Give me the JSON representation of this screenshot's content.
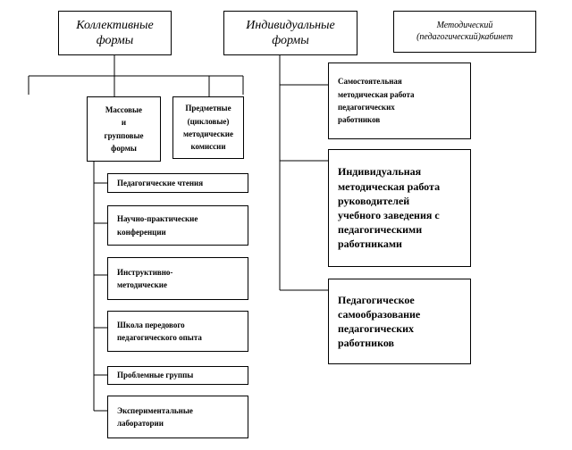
{
  "nodes": {
    "collective": "Коллективные\nформы",
    "individual": "Индивидуальные\nформы",
    "methodical": "Методический\n(педагогический)кабинет",
    "mass": "Массовые\nи\nгрупповые\nформы",
    "subject": "Предметные\n(цикловые)\nметодические\nкомиссии",
    "pedagogical_readings": "Педагогические чтения",
    "conferences": "Научно-практические\nконференции",
    "instructive": "Инструктивно-\nметодические",
    "school_advanced": "Школа передового\nпедагогического опыта",
    "problem_groups": "Проблемные группы",
    "experimental_labs": "Экспериментальные\nлаборатории",
    "self_work": "Самостоятельная\nметодическая работа\nпедагогических\nработников",
    "individual_work": "Индивидуальная\nметодическая работа\nруководителей\nучебного заведения с\nпедагогическими\nработниками",
    "self_education": "Педагогическое\nсамообразование\nпедагогических\nработников"
  }
}
